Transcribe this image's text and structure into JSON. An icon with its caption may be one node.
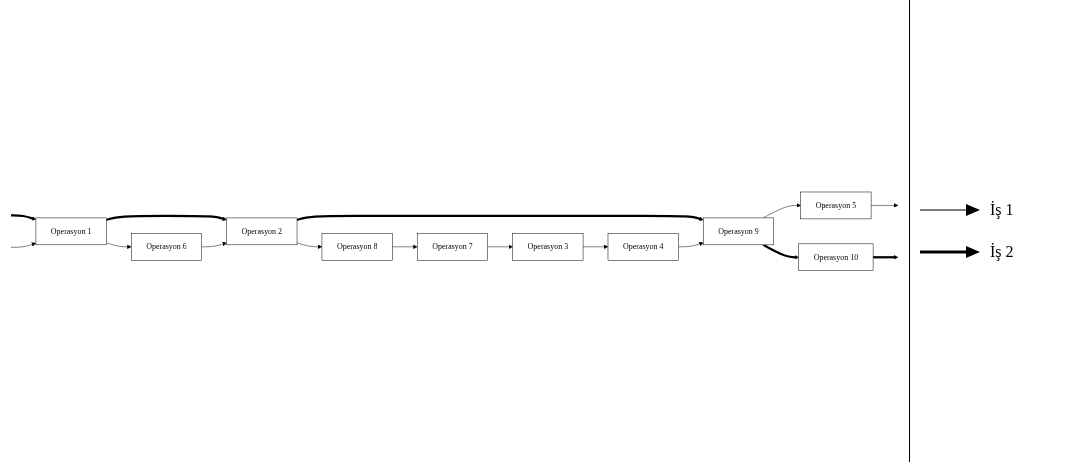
{
  "diagram": {
    "nodes": [
      {
        "text": [
          "Operasyon 1"
        ]
      },
      {
        "text": [
          "Operasyon 2"
        ]
      },
      {
        "text": [
          "Operasyon 3"
        ]
      },
      {
        "text": [
          "Operasyon 4"
        ]
      },
      {
        "text": [
          "Operasyon 5"
        ]
      },
      {
        "text": [
          "Operasyon 6"
        ]
      },
      {
        "text": [
          "Operasyon 7"
        ]
      },
      {
        "text": [
          "Operasyon 8"
        ]
      },
      {
        "text": [
          "Operasyon 9"
        ]
      },
      {
        "text": [
          "Operasyon 10"
        ]
      }
    ],
    "edges": [
      {
        "from": null,
        "to": 0,
        "arrow": "to",
        "style": "thick"
      },
      {
        "from": null,
        "to": 0,
        "arrow": "to"
      },
      {
        "from": 0,
        "to": 1,
        "arrow": "to",
        "style": "thick"
      },
      {
        "from": 0,
        "to": 5,
        "arrow": "to"
      },
      {
        "from": 5,
        "to": 1,
        "arrow": "to"
      },
      {
        "from": 1,
        "to": 7,
        "arrow": "to"
      },
      {
        "from": 1,
        "to": 8,
        "arrow": "to",
        "style": "thick"
      },
      {
        "from": 7,
        "to": 6,
        "arrow": "to"
      },
      {
        "from": 6,
        "to": 2,
        "arrow": "to"
      },
      {
        "from": 2,
        "to": 3,
        "arrow": "to"
      },
      {
        "from": 3,
        "to": 8,
        "arrow": "to"
      },
      {
        "from": 8,
        "to": 4,
        "arrow": "to"
      },
      {
        "from": 4,
        "to": null,
        "arrow": "to"
      },
      {
        "from": 8,
        "to": 9,
        "arrow": "to",
        "style": "thick"
      },
      {
        "from": 9,
        "to": null,
        "arrow": "to",
        "style": "thick"
      }
    ],
    "legend": [
      {
        "text": "İş 1"
      },
      {
        "text": "İş 2"
      }
    ]
  }
}
